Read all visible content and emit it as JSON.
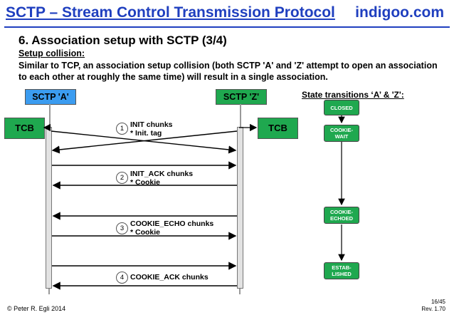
{
  "header": {
    "title": "SCTP – Stream Control Transmission Protocol",
    "site": "indigoo.com"
  },
  "slide": {
    "title": "6. Association setup with SCTP (3/4)",
    "subheading": "Setup collision:",
    "description": "Similar to TCP, an association setup collision (both SCTP 'A' and 'Z' attempt to open an association to each other at roughly the same time) will result in a single association."
  },
  "diagram": {
    "endpoint_a": "SCTP 'A'",
    "endpoint_z": "SCTP 'Z'",
    "tcb_left": "TCB",
    "tcb_right": "TCB",
    "steps": [
      {
        "num": "1",
        "line1": "INIT chunks",
        "line2": "* Init. tag"
      },
      {
        "num": "2",
        "line1": "INIT_ACK chunks",
        "line2": "* Cookie"
      },
      {
        "num": "3",
        "line1": "COOKIE_ECHO chunks",
        "line2": "* Cookie"
      },
      {
        "num": "4",
        "line1": "COOKIE_ACK chunks",
        "line2": ""
      }
    ]
  },
  "states": {
    "heading": "State transitions ‘A’ & 'Z':",
    "items": [
      {
        "line1": "CLOSED",
        "line2": ""
      },
      {
        "line1": "COOKIE-",
        "line2": "WAIT"
      },
      {
        "line1": "COOKIE-",
        "line2": "ECHOED"
      },
      {
        "line1": "ESTAB-",
        "line2": "LISHED"
      }
    ]
  },
  "footer": {
    "copyright": "© Peter R. Egli 2014",
    "page": "16/45",
    "rev": "Rev. 1.70"
  },
  "colors": {
    "header_blue": "#1f3fbf",
    "endpoint_a": "#3b9cf0",
    "green": "#1fa84f"
  }
}
